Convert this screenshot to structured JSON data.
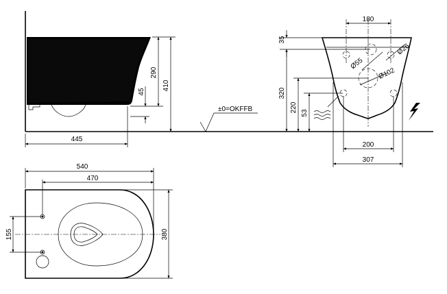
{
  "side_view": {
    "dim_445": "445",
    "dim_410": "410",
    "dim_290": "290",
    "dim_45": "45",
    "floor_label": "±0=OKFFB"
  },
  "front_view": {
    "dim_180": "180",
    "dim_35": "35",
    "dim_d26": "Ø26",
    "dim_d55": "Ø55",
    "dim_d102": "Ø102",
    "dim_320": "320",
    "dim_220": "220",
    "dim_53": "53",
    "dim_200": "200",
    "dim_307": "307"
  },
  "top_view": {
    "dim_540": "540",
    "dim_470": "470",
    "dim_155": "155",
    "dim_380": "380"
  },
  "icons": [
    "water-supply-icon",
    "electricity-icon"
  ]
}
